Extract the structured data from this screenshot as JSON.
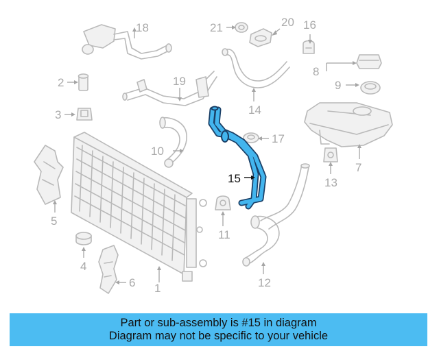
{
  "callouts": [
    "1",
    "2",
    "3",
    "4",
    "5",
    "6",
    "7",
    "8",
    "9",
    "10",
    "11",
    "12",
    "13",
    "14",
    "15",
    "16",
    "17",
    "18",
    "19",
    "20",
    "21"
  ],
  "highlighted_part": "15",
  "banner": {
    "line1": "Part or sub-assembly is #15 in diagram",
    "line2": "Diagram may not be specific to your vehicle"
  },
  "colors": {
    "highlight": "#43b5ee",
    "highlight_outline": "#1a3f66",
    "banner_background": "#4cbcf2",
    "part_lines": "#b9b9b9"
  }
}
